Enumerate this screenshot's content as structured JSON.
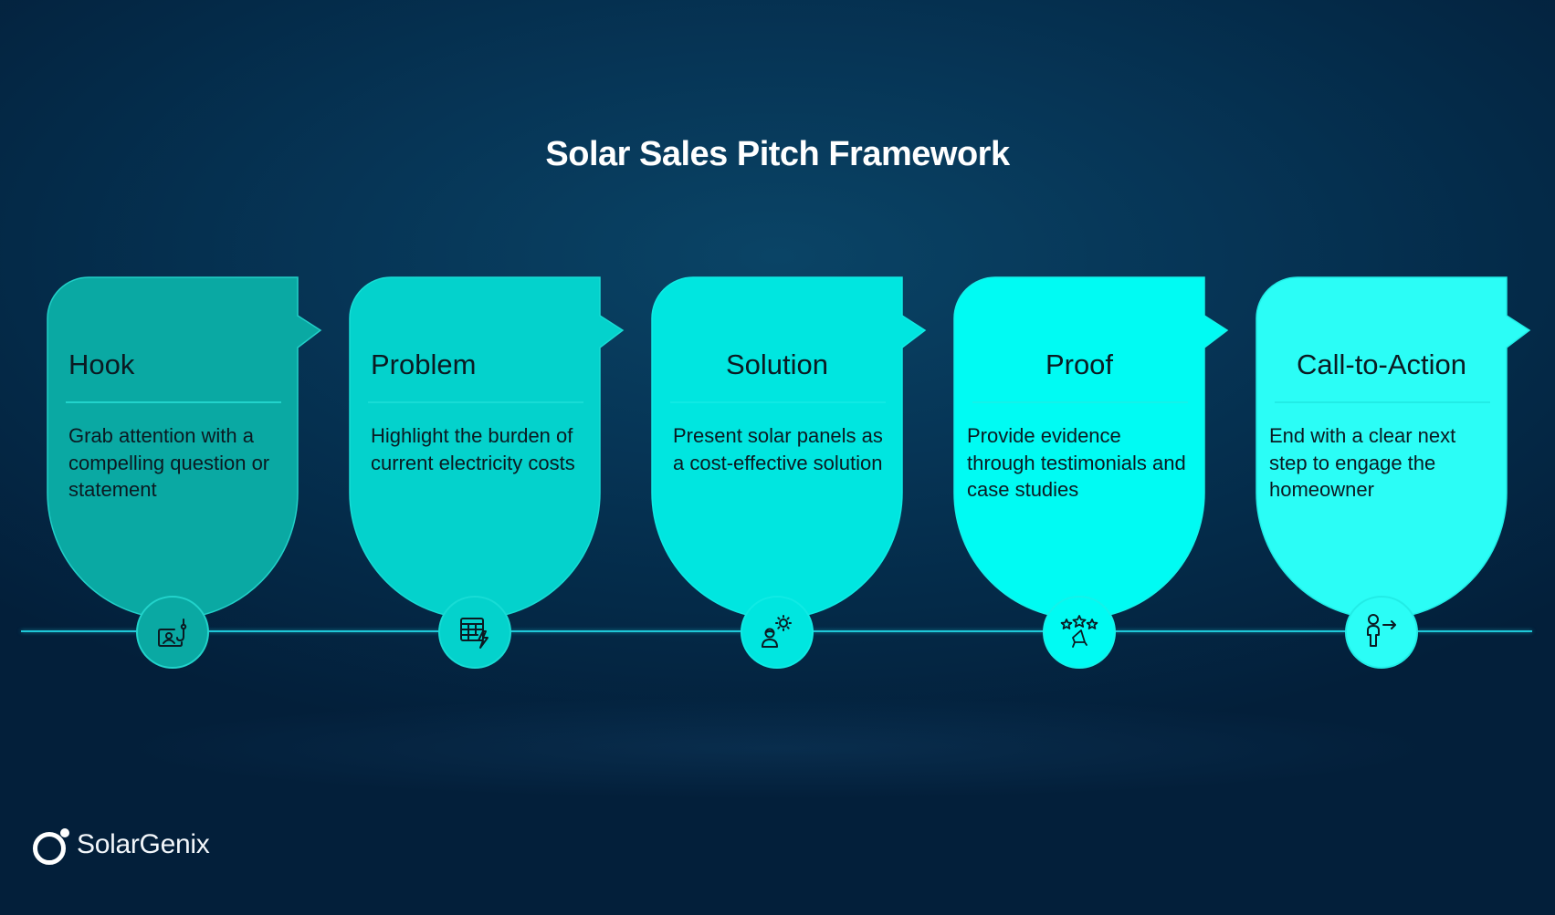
{
  "title": "Solar Sales Pitch Framework",
  "steps": [
    {
      "heading": "Hook",
      "body": "Grab attention with a compelling question or statement",
      "icon": "hook-presentation-icon",
      "fill": "#0aa9a3",
      "divider": "#22d3cb",
      "heading_align": "left"
    },
    {
      "heading": "Problem",
      "body": "Highlight the burden of current electricity costs",
      "icon": "bill-lightning-icon",
      "fill": "#04d2cc",
      "divider": "#18dcd5",
      "heading_align": "left"
    },
    {
      "heading": "Solution",
      "body": "Present solar panels as a cost-effective solution",
      "icon": "person-sun-icon",
      "fill": "#00e6e0",
      "divider": "#10eae4",
      "heading_align": "center"
    },
    {
      "heading": "Proof",
      "body": "Provide evidence through testimonials and case studies",
      "icon": "stars-testimonial-icon",
      "fill": "#00fbf3",
      "divider": "#14f2ea",
      "heading_align": "center"
    },
    {
      "heading": "Call-to-Action",
      "body": "End with a clear next step to engage the homeowner",
      "icon": "person-arrow-icon",
      "fill": "#2bfdf6",
      "divider": "#22ecE6",
      "heading_align": "center"
    }
  ],
  "brand": {
    "name": "SolarGenix"
  },
  "colors": {
    "timeline": "#1fc8d8",
    "text_dark": "#0b1a22",
    "title": "#ffffff"
  }
}
